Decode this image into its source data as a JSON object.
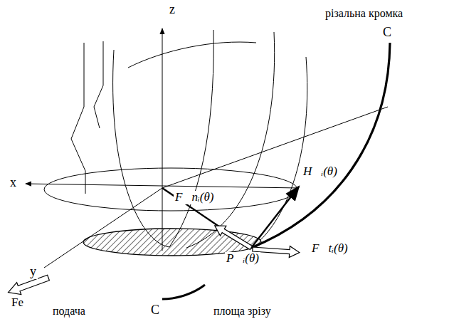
{
  "diagram": {
    "labels": [
      "z",
      "x",
      "y",
      "C",
      "різальна кромка",
      "H⃗ᵢ(θ)",
      "F⃗nᵢ(θ)",
      "P⃗ᵢ(θ)",
      "F⃗tᵢ(θ)",
      "Fe",
      "подача",
      "C",
      "площа зрізу"
    ]
  }
}
